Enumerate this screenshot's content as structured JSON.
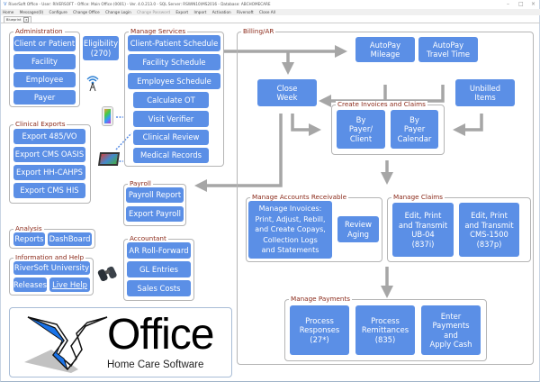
{
  "window": {
    "title": "RiverSoft Office - User: RIVERSOFT - Office: Main Office (0001) - Ver. 4.0.213.0 - SQL Server: RSWIN10\\MS2016 - Database: ABCHOMECARE",
    "minimize": "–",
    "maximize": "□",
    "close": "×"
  },
  "menu": {
    "items": [
      {
        "label": "Home",
        "enabled": true
      },
      {
        "label": "Messages(0)",
        "enabled": true
      },
      {
        "label": "Configure",
        "enabled": true
      },
      {
        "label": "Change Office",
        "enabled": true
      },
      {
        "label": "Change Login",
        "enabled": true
      },
      {
        "label": "Change Password",
        "enabled": false
      },
      {
        "label": "Export",
        "enabled": true
      },
      {
        "label": "Import",
        "enabled": true
      },
      {
        "label": "Activation",
        "enabled": true
      },
      {
        "label": "Riversoft",
        "enabled": true
      },
      {
        "label": "Close All",
        "enabled": true
      }
    ]
  },
  "tabs": [
    {
      "label": "Blueprint",
      "close": "x"
    }
  ],
  "colors": {
    "button": "#5b8fe6",
    "group_label": "#8b2a1a",
    "arrow": "#a6a6a6",
    "border": "#b5b5b5"
  },
  "administration": {
    "label": "Administration",
    "buttons": [
      "Client or Patient",
      "Facility",
      "Employee",
      "Payer"
    ]
  },
  "eligibility": {
    "label": "Eligibility\n(270)"
  },
  "clinical_exports": {
    "label": "Clinical Exports",
    "buttons": [
      "Export 485/VO",
      "Export CMS OASIS",
      "Export HH-CAHPS",
      "Export CMS HIS"
    ]
  },
  "analysis": {
    "label": "Analysis",
    "buttons": [
      "Reports",
      "DashBoard"
    ]
  },
  "info_help": {
    "label": "Information and Help",
    "buttons": [
      "RiverSoft University",
      "Releases",
      "Live Help"
    ]
  },
  "manage_services": {
    "label": "Manage Services",
    "buttons": [
      "Client-Patient Schedule",
      "Facility Schedule",
      "Employee Schedule",
      "Calculate OT",
      "Visit Verifier",
      "Clinical Review",
      "Medical Records"
    ]
  },
  "payroll": {
    "label": "Payroll",
    "buttons": [
      "Payroll Report",
      "Export Payroll"
    ]
  },
  "accountant": {
    "label": "Accountant",
    "buttons": [
      "AR Roll-Forward",
      "GL Entries",
      "Sales Costs"
    ]
  },
  "billing": {
    "label": "Billing/AR",
    "autopay_mileage": "AutoPay\nMileage",
    "autopay_travel": "AutoPay\nTravel Time",
    "close_week": "Close\nWeek",
    "unbilled_items": "Unbilled\nItems",
    "create_invoices": {
      "label": "Create Invoices and Claims",
      "buttons": [
        "By\nPayer/\nClient",
        "By\nPayer\nCalendar"
      ]
    },
    "manage_ar": {
      "label": "Manage Accounts Receivable",
      "buttons": [
        "Manage Invoices:\nPrint, Adjust, Rebill,\nand Create Copays,\nCollection Logs\nand Statements",
        "Review\nAging"
      ]
    },
    "manage_claims": {
      "label": "Manage Claims",
      "buttons": [
        "Edit, Print\nand Transmit\nUB-04\n(837i)",
        "Edit, Print\nand Transmit\nCMS-1500\n(837p)"
      ]
    },
    "manage_payments": {
      "label": "Manage Payments",
      "buttons": [
        "Process\nResponses\n(27*)",
        "Process\nRemittances\n(835)",
        "Enter\nPayments\nand\nApply Cash"
      ]
    }
  },
  "logo": {
    "title": "Office",
    "subtitle": "Home Care Software"
  }
}
